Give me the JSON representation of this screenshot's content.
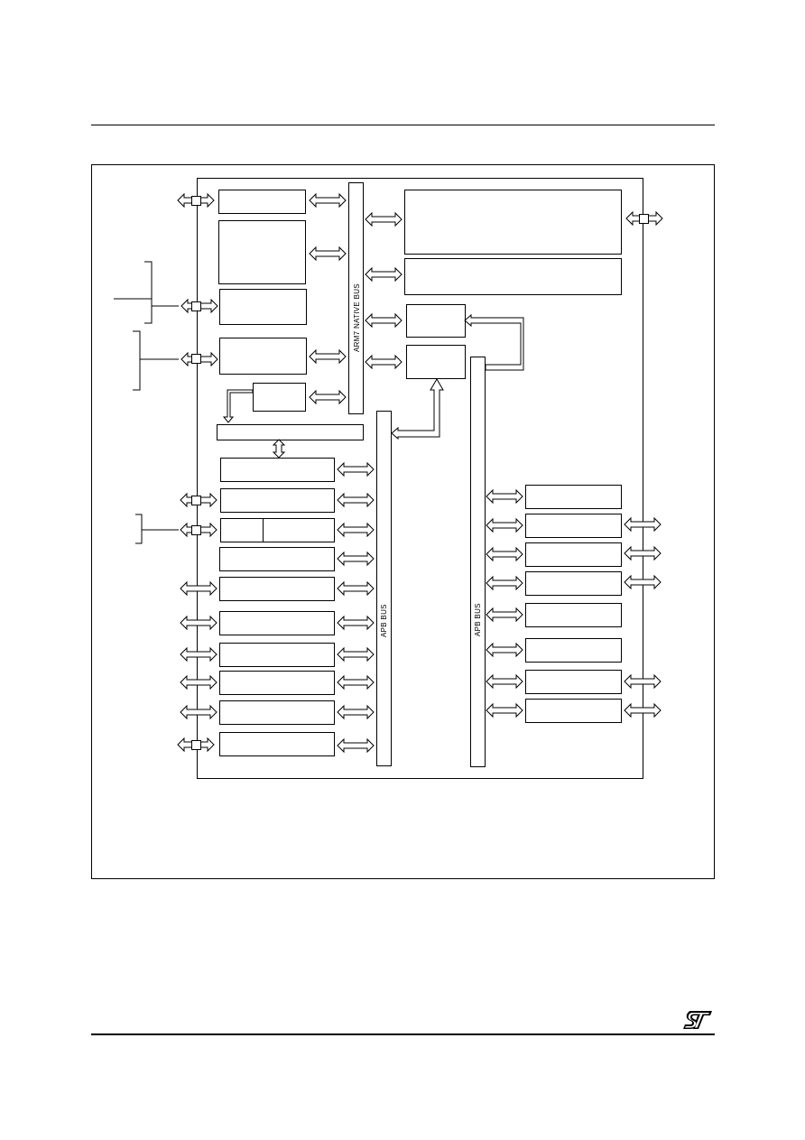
{
  "page": {
    "header_rule": true,
    "footer_rule": true
  },
  "diagram": {
    "bus_labels": {
      "native_bus": "ARM7 NATIVE BUS",
      "apb_bus_1": "APB BUS",
      "apb_bus_2": "APB BUS"
    }
  },
  "footer": {
    "logo_icon": "st-logo-icon"
  },
  "colors": {
    "line": "#000000",
    "background": "#ffffff"
  }
}
